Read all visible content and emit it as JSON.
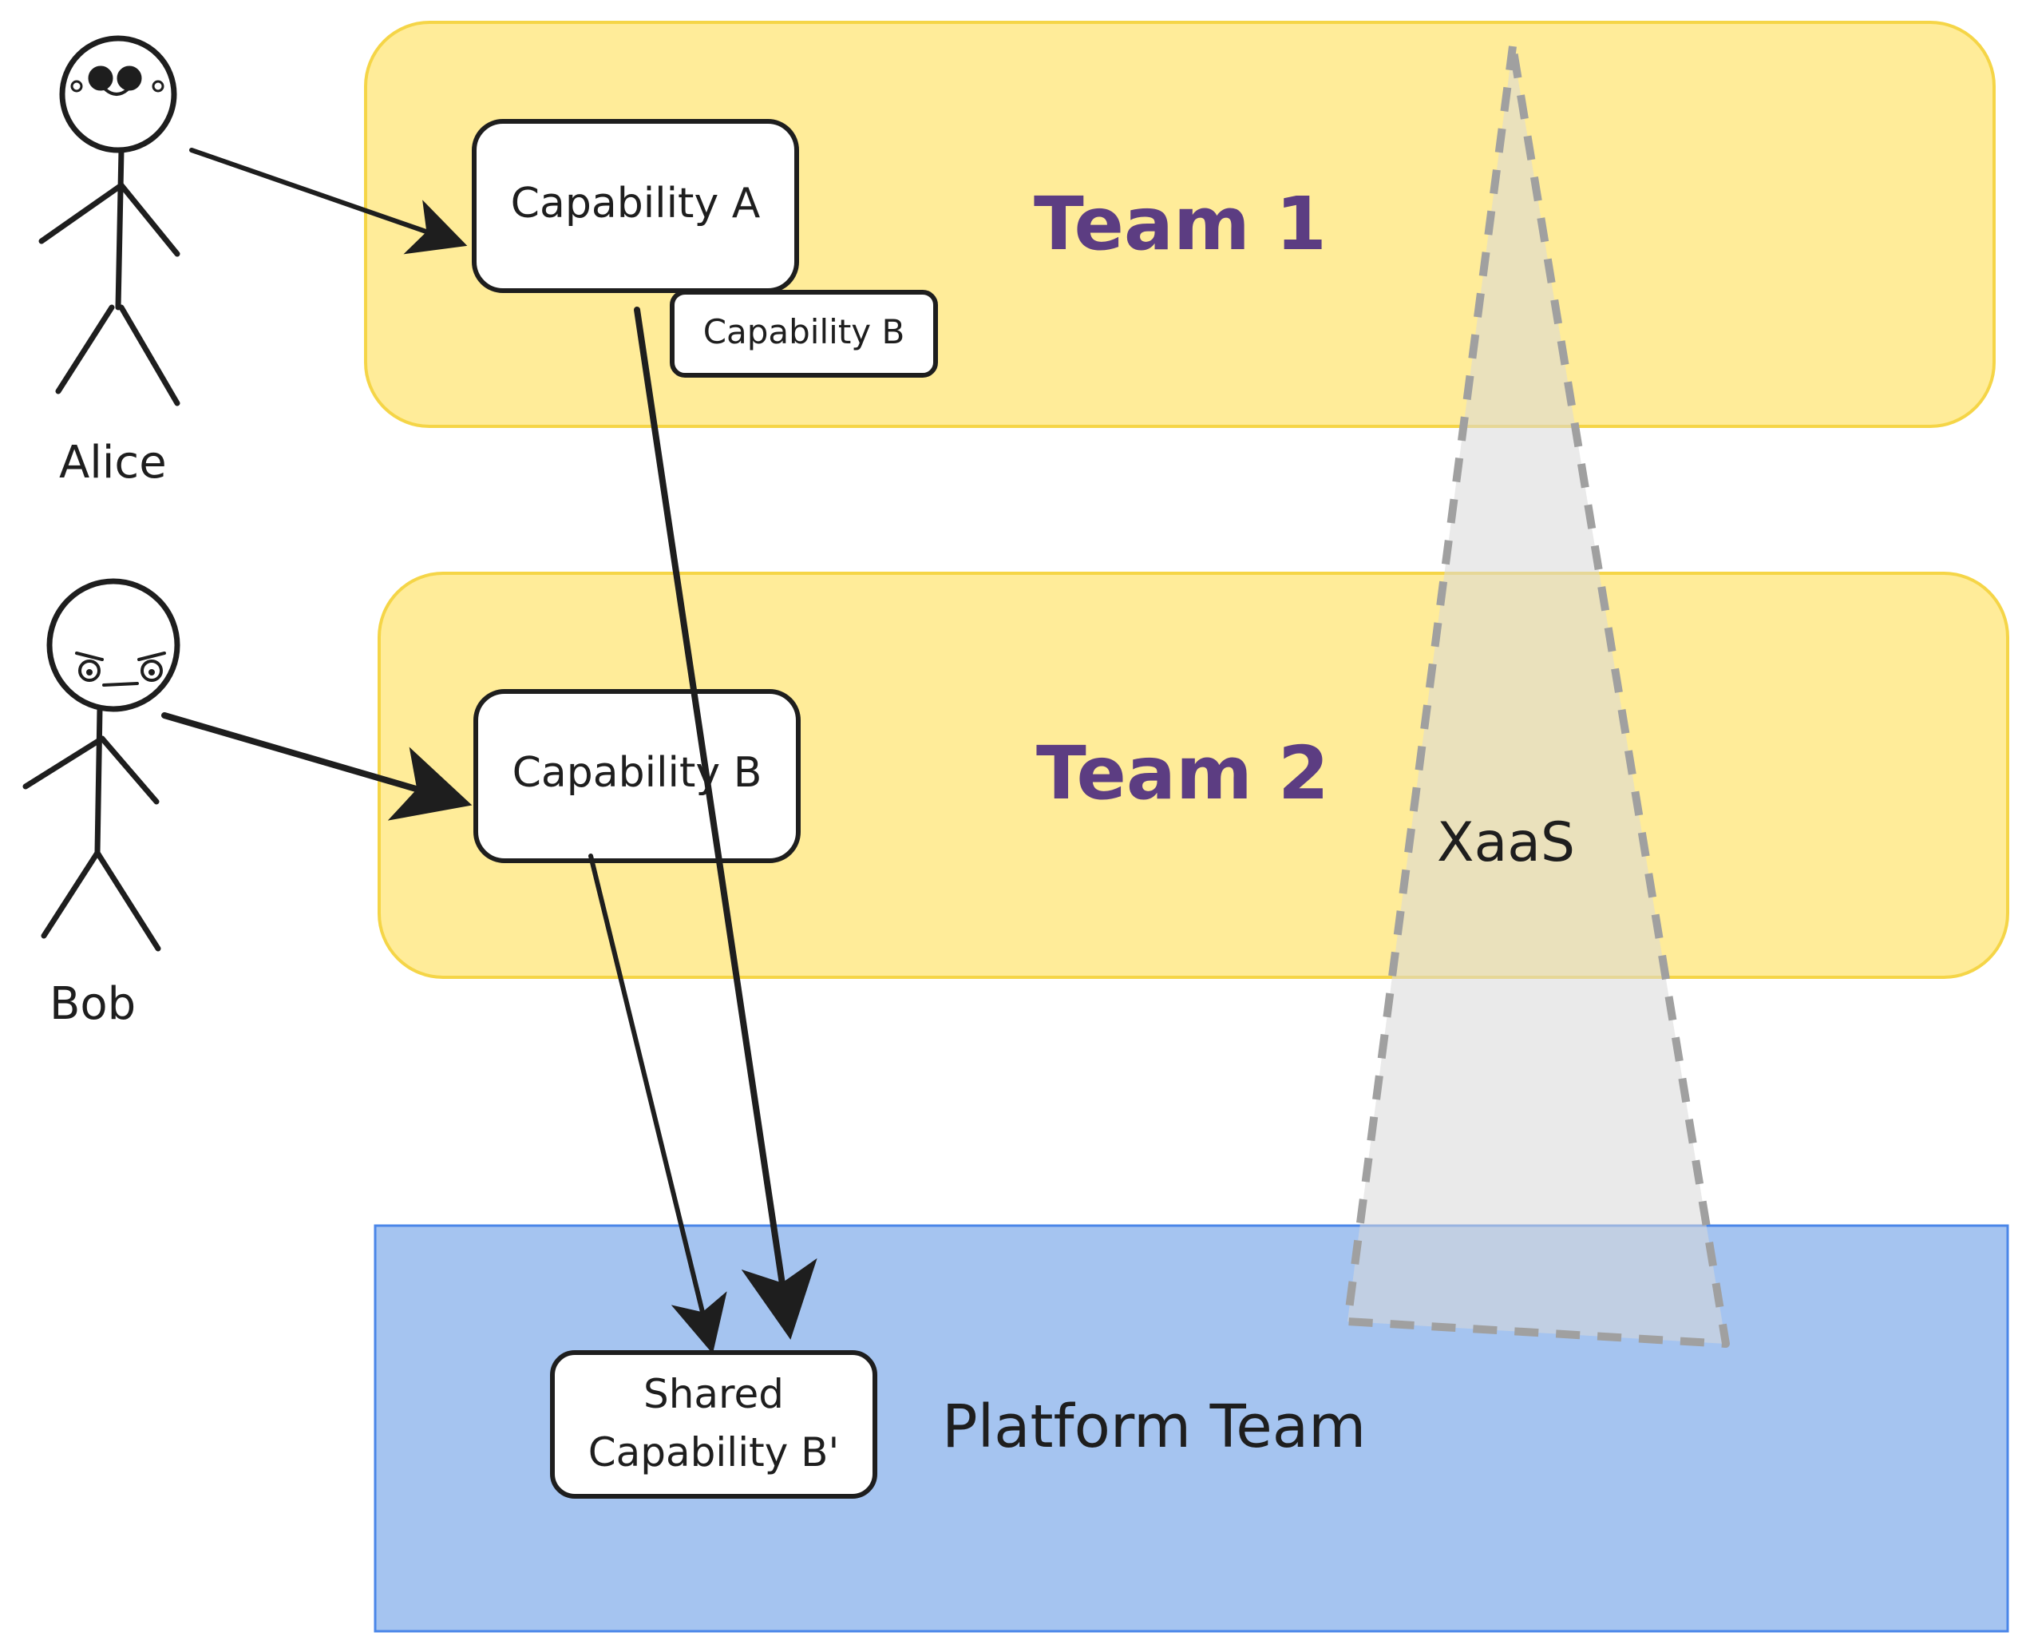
{
  "colors": {
    "team_band_fill": "#ffec99",
    "team_band_stroke": "#f5d547",
    "team_label": "#5c3d82",
    "platform_fill": "#a5c4f0",
    "platform_stroke": "#4a86e8",
    "xaas_fill": "#d8d8d8",
    "xaas_stroke": "#a0a0a0",
    "ink": "#1e1e1e"
  },
  "teams": {
    "team1": {
      "label": "Team 1"
    },
    "team2": {
      "label": "Team 2"
    },
    "platform": {
      "label": "Platform Team"
    }
  },
  "people": {
    "alice": {
      "name": "Alice"
    },
    "bob": {
      "name": "Bob"
    }
  },
  "capabilities": {
    "cap_a_team1": {
      "label": "Capability A"
    },
    "cap_b_team1": {
      "label": "Capability B"
    },
    "cap_b_team2": {
      "label": "Capability B"
    },
    "shared": {
      "line1": "Shared",
      "line2": "Capability B'"
    }
  },
  "xaas": {
    "label": "XaaS"
  },
  "connections": [
    {
      "from": "Alice",
      "to": "Capability A"
    },
    {
      "from": "Bob",
      "to": "Capability B"
    },
    {
      "from": "Capability A",
      "to": "Shared Capability B'"
    },
    {
      "from": "Capability B",
      "to": "Shared Capability B'"
    }
  ]
}
